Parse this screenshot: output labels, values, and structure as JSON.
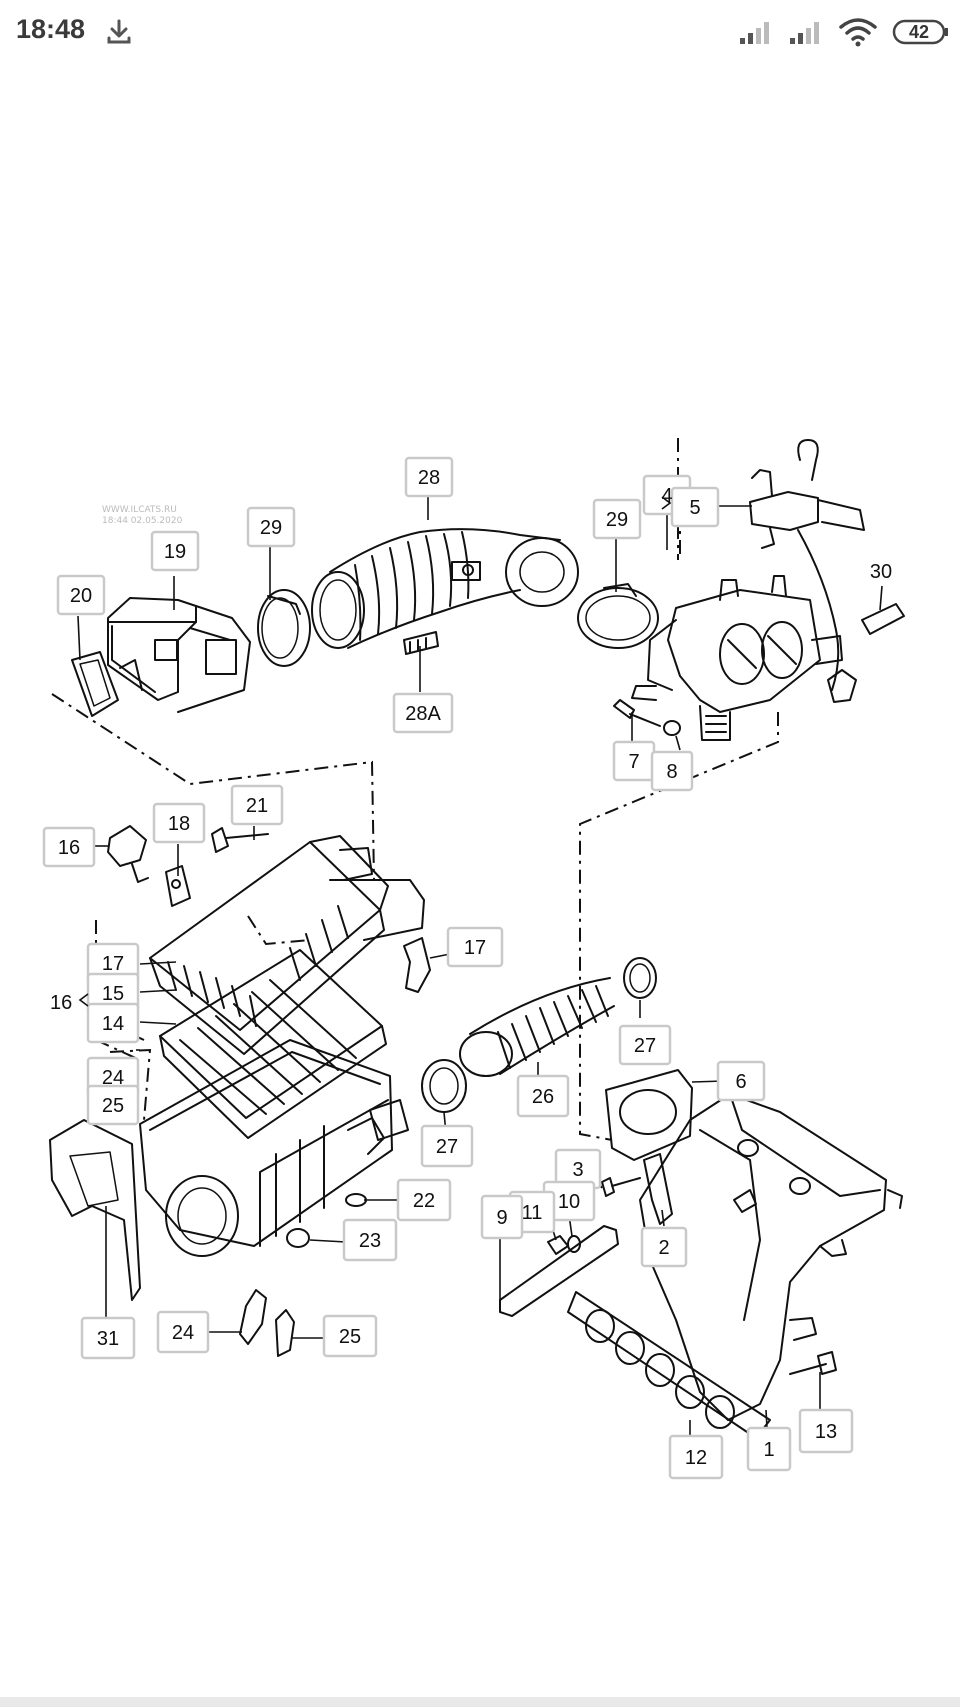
{
  "status_bar": {
    "time": "18:48",
    "icons": [
      "download-icon",
      "signal-icon",
      "signal-icon",
      "wifi-icon",
      "battery-icon"
    ],
    "battery": "42"
  },
  "diagram": {
    "watermark_line1": "WWW.ILCATS.RU",
    "watermark_line2": "18:44 02.05.2020",
    "callouts": [
      {
        "id": "28",
        "label": "28"
      },
      {
        "id": "29a",
        "label": "29"
      },
      {
        "id": "19",
        "label": "19"
      },
      {
        "id": "20",
        "label": "20"
      },
      {
        "id": "28A",
        "label": "28A"
      },
      {
        "id": "29b",
        "label": "29"
      },
      {
        "id": "4",
        "label": "4"
      },
      {
        "id": "5",
        "label": "5"
      },
      {
        "id": "30",
        "label": "30"
      },
      {
        "id": "7",
        "label": "7"
      },
      {
        "id": "8",
        "label": "8"
      },
      {
        "id": "21",
        "label": "21"
      },
      {
        "id": "18",
        "label": "18"
      },
      {
        "id": "16a",
        "label": "16"
      },
      {
        "id": "16b",
        "label": "16"
      },
      {
        "id": "17a",
        "label": "17"
      },
      {
        "id": "15",
        "label": "15"
      },
      {
        "id": "14",
        "label": "14"
      },
      {
        "id": "24a",
        "label": "24"
      },
      {
        "id": "25a",
        "label": "25"
      },
      {
        "id": "17b",
        "label": "17"
      },
      {
        "id": "27a",
        "label": "27"
      },
      {
        "id": "26",
        "label": "26"
      },
      {
        "id": "27b",
        "label": "27"
      },
      {
        "id": "6",
        "label": "6"
      },
      {
        "id": "3",
        "label": "3"
      },
      {
        "id": "10",
        "label": "10"
      },
      {
        "id": "11",
        "label": "11"
      },
      {
        "id": "9",
        "label": "9"
      },
      {
        "id": "2",
        "label": "2"
      },
      {
        "id": "22",
        "label": "22"
      },
      {
        "id": "23",
        "label": "23"
      },
      {
        "id": "31",
        "label": "31"
      },
      {
        "id": "24b",
        "label": "24"
      },
      {
        "id": "25b",
        "label": "25"
      },
      {
        "id": "12",
        "label": "12"
      },
      {
        "id": "1",
        "label": "1"
      },
      {
        "id": "13",
        "label": "13"
      }
    ]
  }
}
